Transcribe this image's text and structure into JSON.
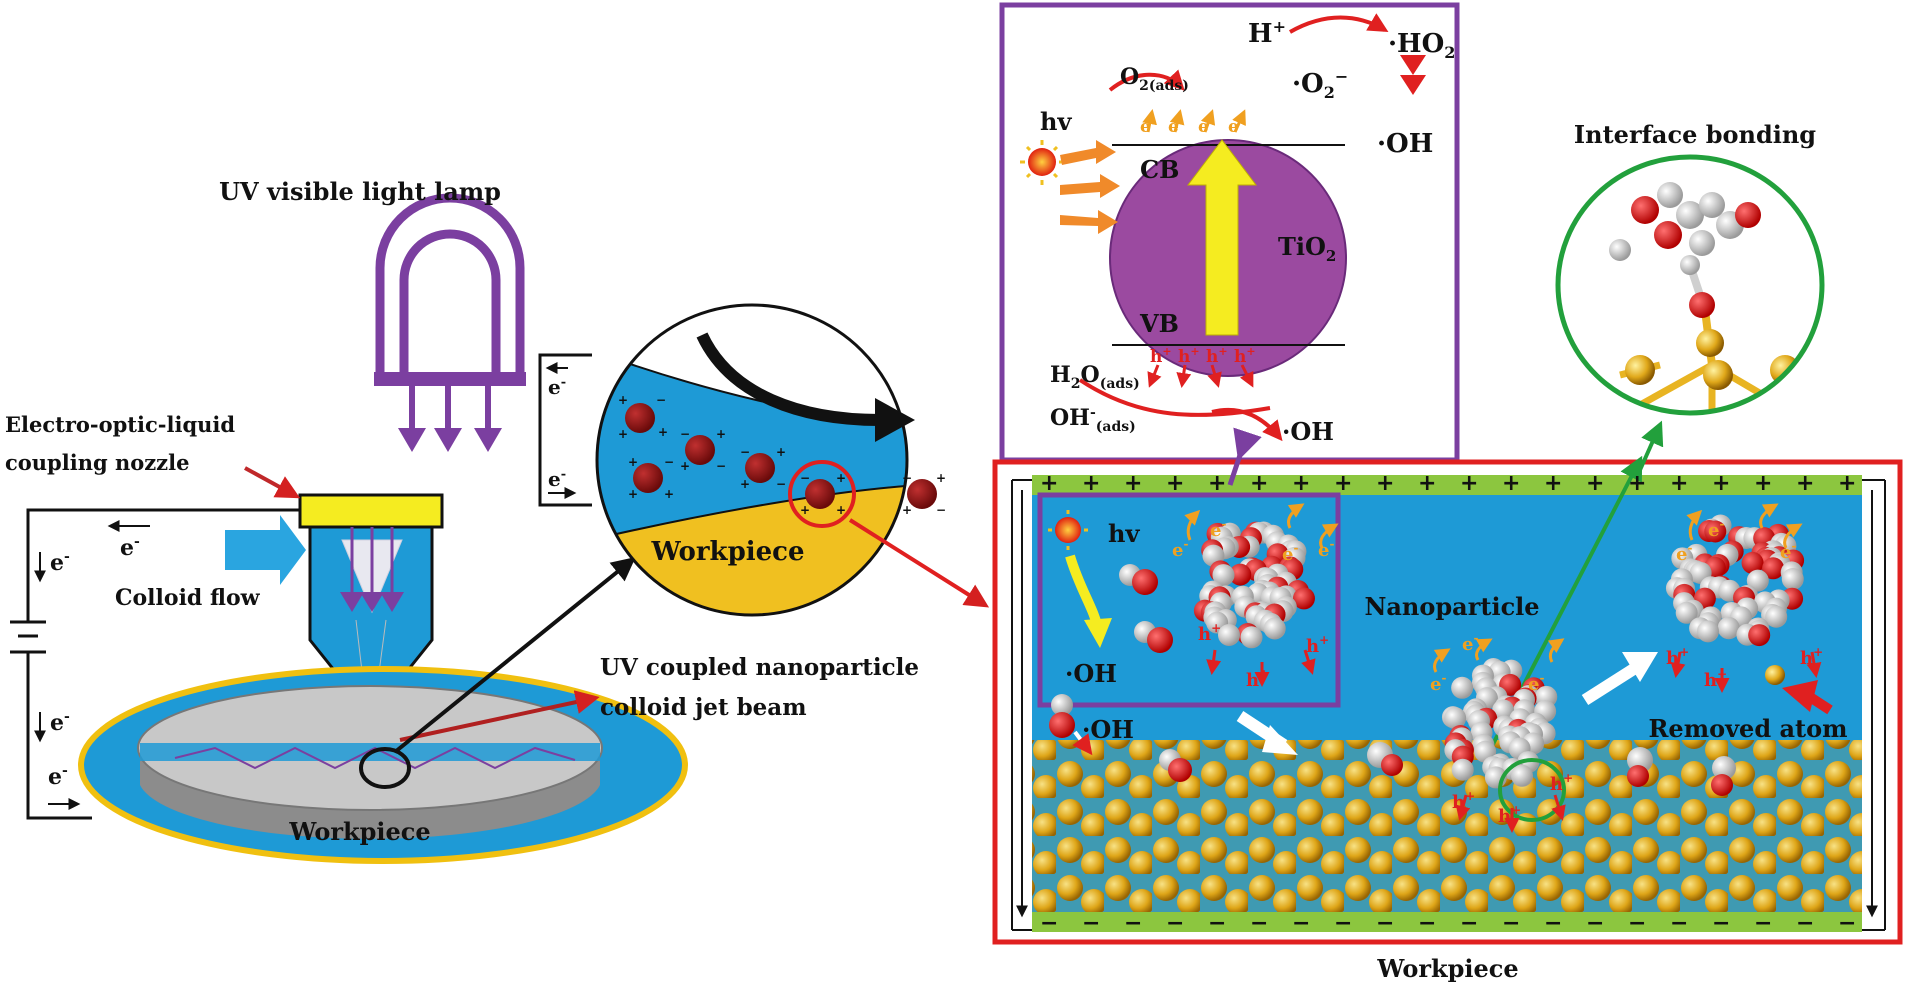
{
  "labels": {
    "lamp": "UV visible light lamp",
    "nozzle_line1": "Electro-optic-liquid",
    "nozzle_line2": "coupling nozzle",
    "colloid_flow": "Colloid flow",
    "electron": "e",
    "electron_sup": "-",
    "jet_line1": "UV coupled nanoparticle",
    "jet_line2": "colloid jet beam",
    "workpiece": "Workpiece",
    "interface_bonding": "Interface bonding",
    "hv": "hv",
    "cb": "CB",
    "vb": "VB",
    "tio2": "TiO",
    "tio2_sub": "2",
    "h_plus": "H",
    "ho2": "·HO",
    "ho2_sub": "2",
    "o2_ads": "O",
    "o2_ads_sub": "2(ads)",
    "o2_radical": "·O",
    "o2_radical_sub": "2",
    "o2_radical_sup": "−",
    "oh_radical": "·OH",
    "h2o_ads": "H",
    "h2o_ads_mid": "2",
    "h2o_ads_end": "O",
    "h2o_ads_sub": "(ads)",
    "oh_ads": "OH",
    "oh_ads_sub": "(ads)",
    "nanoparticle": "Nanoparticle",
    "removed_atom": "Removed atom",
    "hole": "h",
    "hole_sup": "+",
    "plus": "+",
    "minus": "−"
  },
  "colors": {
    "purple": "#7b3fa0",
    "tio2": "#9b4aa0",
    "water": "#1e9ad6",
    "gold": "#e8b422",
    "red": "#e02020",
    "green": "#22a03c",
    "yellow": "#f5ec20",
    "orange": "#f08a2a"
  }
}
